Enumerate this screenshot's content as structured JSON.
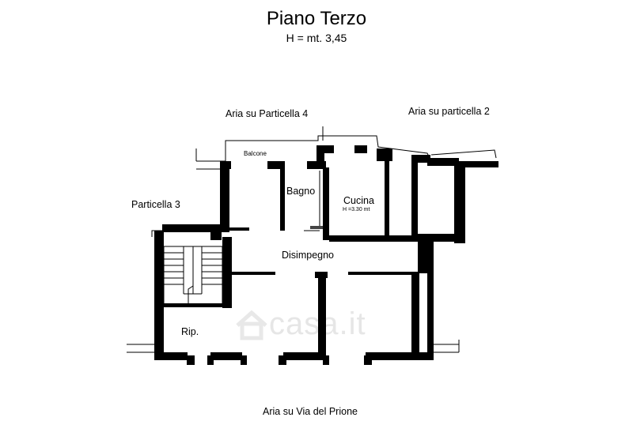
{
  "plan": {
    "title": "Piano Terzo",
    "height_note": "H = mt. 3,45",
    "labels": {
      "air_particella_4": "Aria su Particella 4",
      "air_particella_2": "Aria su particella 2",
      "particella_3": "Particella 3",
      "balcone": "Balcone",
      "bagno": "Bagno",
      "cucina": "Cucina",
      "cucina_height": "H =3.30 mt",
      "disimpegno": "Disimpegno",
      "rip": "Rip.",
      "air_via_prione": "Aria su Via del Prione"
    },
    "watermark": "casa.it"
  },
  "colors": {
    "wall": "#000000",
    "background": "#ffffff",
    "watermark": "#e6e6e6"
  }
}
